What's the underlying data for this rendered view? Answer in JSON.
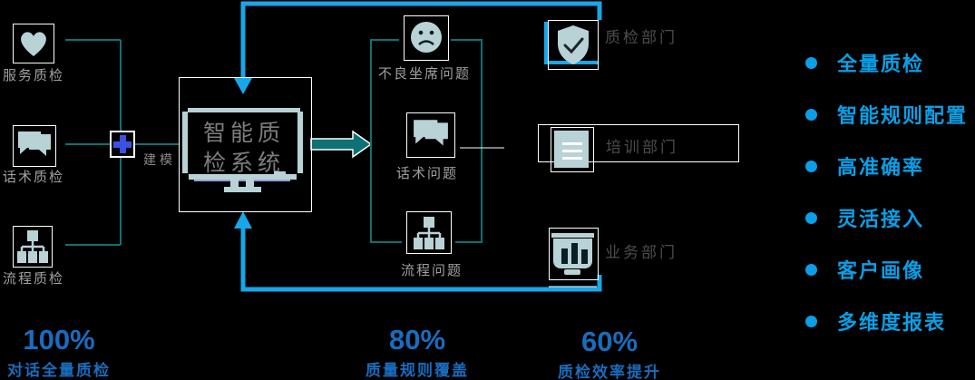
{
  "colors": {
    "teal": "#0e7173",
    "flow_blue": "#18a7e8",
    "plus_blue": "#3a52e2",
    "icon_fill": "#b9d2d6",
    "feature_blue": "#0a9fe6",
    "stat_blue": "#1a6cbe"
  },
  "sources": [
    {
      "label": "服务质检",
      "icon": "heart-icon"
    },
    {
      "label": "话术质检",
      "icon": "chat-bubbles-icon"
    },
    {
      "label": "流程质检",
      "icon": "flow-icon"
    }
  ],
  "modeling_label": "建模",
  "system": {
    "line1": "智能质",
    "line2": "检系统"
  },
  "problems": [
    {
      "label": "不良坐席问题",
      "icon": "sad-face-icon"
    },
    {
      "label": "话术问题",
      "icon": "chat-bubbles-icon"
    },
    {
      "label": "流程问题",
      "icon": "flow-icon"
    }
  ],
  "departments": [
    {
      "label": "质检部门",
      "icon": "shield-check-icon"
    },
    {
      "label": "培训部门",
      "icon": "document-icon"
    },
    {
      "label": "业务部门",
      "icon": "chart-monitor-icon"
    }
  ],
  "features": [
    "全量质检",
    "智能规则配置",
    "高准确率",
    "灵活接入",
    "客户画像",
    "多维度报表"
  ],
  "stats": [
    {
      "value": "100%",
      "label": "对话全量质检"
    },
    {
      "value": "80%",
      "label": "质量规则覆盖"
    },
    {
      "value": "60%",
      "label": "质检效率提升"
    }
  ]
}
